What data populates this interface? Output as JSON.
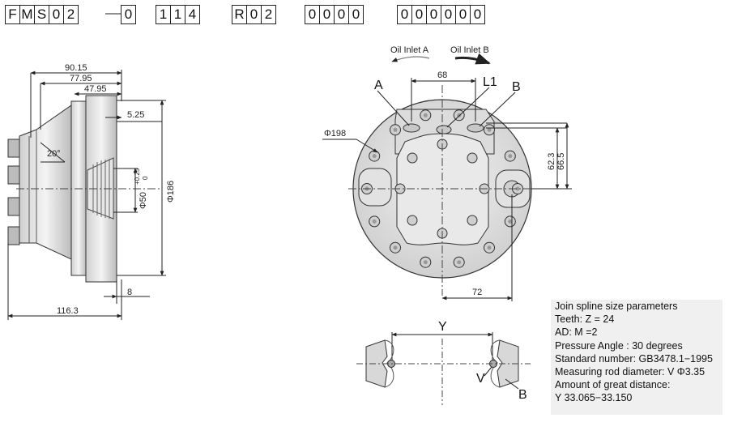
{
  "model_code": {
    "groups": [
      [
        "F",
        "M",
        "S",
        "0",
        "2"
      ],
      [
        "0"
      ],
      [
        "1",
        "1",
        "4"
      ],
      [
        "R",
        "0",
        "2"
      ],
      [
        "0",
        "0",
        "0",
        "0"
      ],
      [
        "0",
        "0",
        "0",
        "0",
        "0",
        "0"
      ]
    ]
  },
  "side_view": {
    "dims": {
      "d1": "90.15",
      "d2": "77.95",
      "d3": "47.95",
      "d4": "5.25",
      "angle": "20°",
      "bore": "Φ50",
      "bore_tol_upper": "+0.25",
      "bore_tol_lower": "0",
      "flange": "Φ186",
      "d5": "8",
      "d6": "116.3"
    }
  },
  "front_view": {
    "labels": {
      "oil_a": "Oil Inlet A",
      "oil_b": "Oil Inlet B",
      "port_a": "A",
      "port_l1": "L1",
      "port_b": "B"
    },
    "dims": {
      "d68": "68",
      "pcd": "Φ198",
      "d62": "62.3",
      "d66": "66.5",
      "d72": "72"
    }
  },
  "spline_detail": {
    "y_label": "Y",
    "v_label": "V",
    "b_label": "B"
  },
  "notes": {
    "lines": [
      "Join spline size parameters",
      "Teeth:  Z = 24",
      "AD: M =2",
      "Pressure Angle : 30 degrees",
      "Standard number: GB3478.1−1995",
      "Measuring rod diameter: V Φ3.35",
      "Amount of great distance:",
      "Y 33.065−33.150"
    ]
  }
}
